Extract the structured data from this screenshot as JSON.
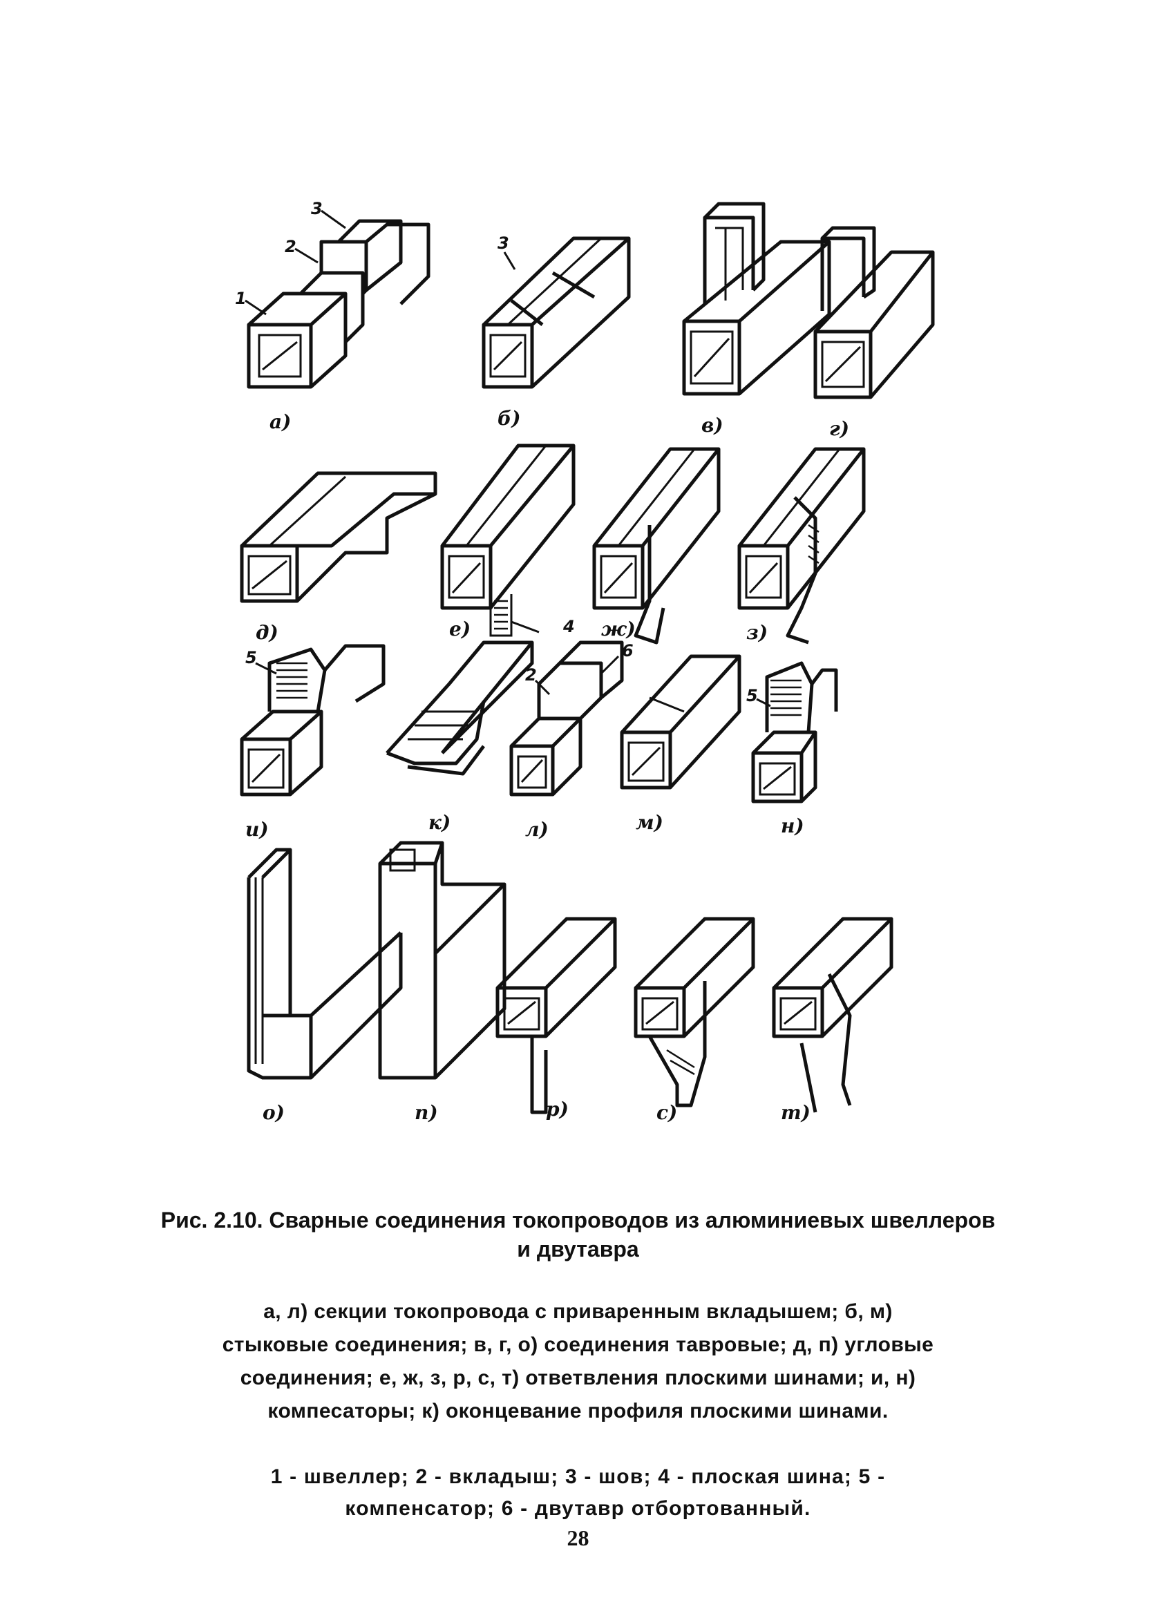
{
  "figure": {
    "panel_labels": [
      "а)",
      "б)",
      "в)",
      "г)",
      "д)",
      "е)",
      "ж)",
      "з)",
      "и)",
      "к)",
      "л)",
      "м)",
      "н)",
      "о)",
      "п)",
      "р)",
      "с)",
      "т)"
    ],
    "callouts": [
      "1",
      "2",
      "3",
      "3",
      "4",
      "5",
      "2",
      "6",
      "5"
    ]
  },
  "caption": {
    "title_line1": "Рис. 2.10. Сварные соединения токопроводов из алюминиевых швеллеров",
    "title_line2": "и двутавра"
  },
  "description": {
    "lines": [
      "а, л) секции токопровода с приваренным вкладышем; б, м)",
      "стыковые соединения; в, г, о) соединения тавровые; д, п) угловые",
      "соединения; е, ж, з, р, с, т) ответвления плоскими шинами; и, н)",
      "компесаторы; к) оконцевание профиля плоскими шинами."
    ]
  },
  "legend": {
    "lines": [
      "1 - швеллер; 2 - вкладыш; 3 - шов; 4 - плоская шина; 5 -",
      "компенсатор; 6 - двутавр отбортованный."
    ]
  },
  "page_number": "28"
}
